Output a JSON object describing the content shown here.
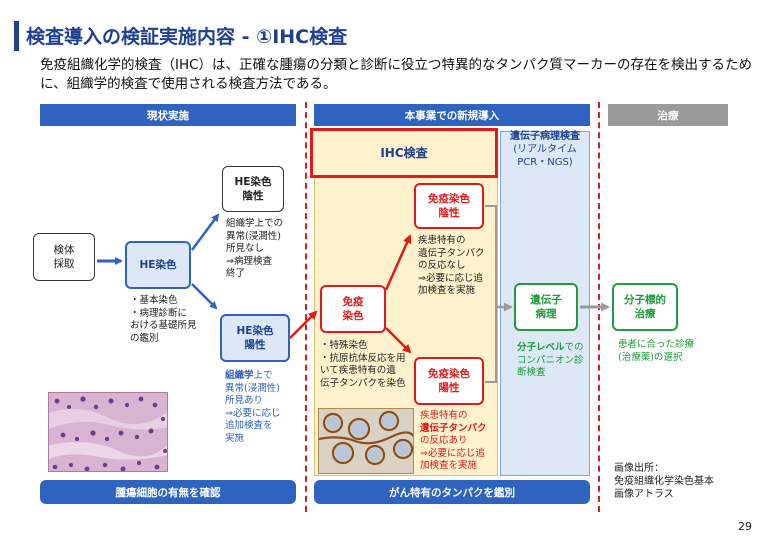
{
  "title": "検査導入の検証実施内容 - ①IHC検査",
  "intro": "免疫組織化学的検査（IHC）は、正確な腫瘍の分類と診断に役立つ特異的なタンパク質マーカーの存在を検出するために、組織学的検査で使用される検査方法である。",
  "headers": {
    "current": "現状実施",
    "new": "本事業での新規導入",
    "treatment": "治療"
  },
  "boxes": {
    "specimen": "検体\n採取",
    "he_stain": "HE染色",
    "he_negative": "HE染色\n陰性",
    "he_positive": "HE染色\n陽性",
    "immuno_stain": "免疫\n染色",
    "ihc_negative": "免疫染色\n陰性",
    "ihc_positive": "免疫染色\n陽性",
    "ihc_title": "IHC検査",
    "genetic_test_title": "遺伝子病理検査",
    "genetic_test_sub": "(リアルタイム\nPCR・NGS)",
    "genetic_pathology": "遺伝子\n病理",
    "molecular_therapy": "分子標的\n治療"
  },
  "texts": {
    "he_negative_note": "組織学上での\n異常(浸潤性)\n所見なし\n⇒病理検査\n終了",
    "he_basic_note": "・基本染色\n・病理診断に\nおける基礎所見\nの鑑別",
    "he_positive_note_strong": "組織学",
    "he_positive_note_rest": "上で\n異常(浸潤性)\n所見あり\n⇒必要に応じ\n追加検査を\n実施",
    "ihc_negative_note": "疾患特有の\n遺伝子タンパク\nの反応なし\n⇒必要に応じ追\n加検査を実施",
    "immuno_note": "・特殊染色\n・抗原抗体反応を用\nいて疾患特有の遺\n伝子タンパクを染色",
    "ihc_positive_note_1": "疾患特有の",
    "ihc_positive_note_2": "遺伝子タンパク",
    "ihc_positive_note_3": "の反応あり\n⇒必要に応じ追\n加検査を実施",
    "genetic_note_strong": "分子レベル",
    "genetic_note_rest": "での\nコンパニオン診\n断検査",
    "treatment_note": "患者に合った診療\n(治療薬)の選択",
    "image_source": "画像出所：\n免疫組織化学染色基本\n画像アトラス"
  },
  "banners": {
    "left": "腫瘍細胞の有無を確認",
    "middle": "がん特有のタンパクを鑑別"
  },
  "images": {
    "he_micrograph": "he-stained-tissue-micrograph",
    "ihc_micrograph": "ihc-stained-tissue-micrograph"
  },
  "page_number": "29",
  "colors": {
    "navy": "#1f3f8f",
    "blue_band": "#2f63c0",
    "gray_band": "#9a9a9a",
    "red": "#e01b1b",
    "green": "#1f9a3c",
    "ihc_zone": "#fff2cc",
    "gene_zone": "#dce8f5"
  }
}
